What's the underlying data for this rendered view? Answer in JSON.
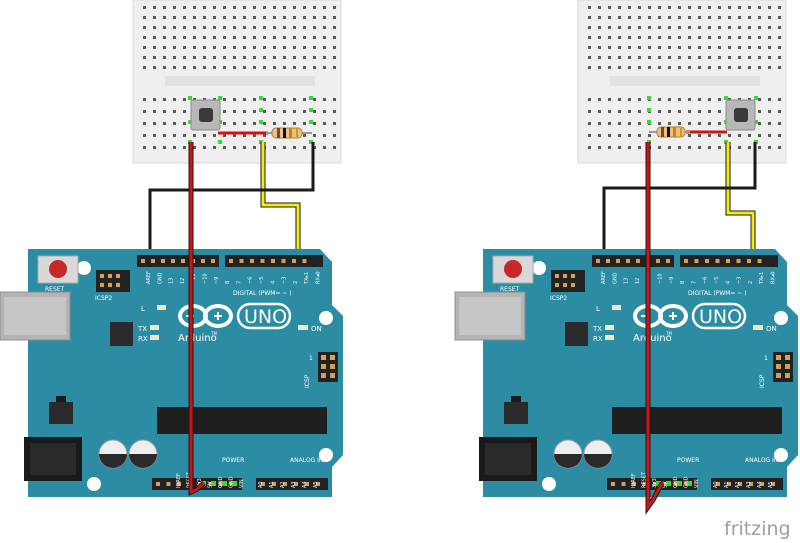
{
  "credit": {
    "text": "fritzing"
  },
  "board": {
    "name": "Arduino",
    "model": "UNO",
    "trademark": "TM",
    "reset_label": "RESET",
    "icsp2_label": "ICSP2",
    "icsp_label": "ICSP",
    "on_label": "ON",
    "l_label": "L",
    "tx_label": "TX",
    "rx_label": "RX",
    "digital_label": "DIGITAL (PWM= ~ )",
    "power_label": "POWER",
    "analog_label": "ANALOG IN",
    "top_pins": [
      "AREF",
      "GND",
      "13",
      "12",
      "~11",
      "~10",
      "~9",
      "8",
      "7",
      "~6",
      "~5",
      "4",
      "~3",
      "2",
      "TX▸1",
      "RX◂0"
    ],
    "power_pins": [
      "IOREF",
      "RESET",
      "3V3",
      "5V",
      "GND",
      "GND",
      "VIN"
    ],
    "analog_pins": [
      "A0",
      "A1",
      "A2",
      "A3",
      "A4",
      "A5"
    ],
    "icsp_pin1": "1"
  },
  "colors": {
    "board": "#2b8ca4",
    "board_dark": "#1d6f86",
    "breadboard": "#efefef",
    "wire_red": "#cc1414",
    "wire_yellow": "#f4ea1a",
    "wire_black": "#1a1a1a",
    "connection_green": "#33dd33"
  },
  "circuits": [
    {
      "name": "left-circuit",
      "button_position": "left",
      "resistor_position": "right"
    },
    {
      "name": "right-circuit",
      "button_position": "right",
      "resistor_position": "left"
    }
  ]
}
